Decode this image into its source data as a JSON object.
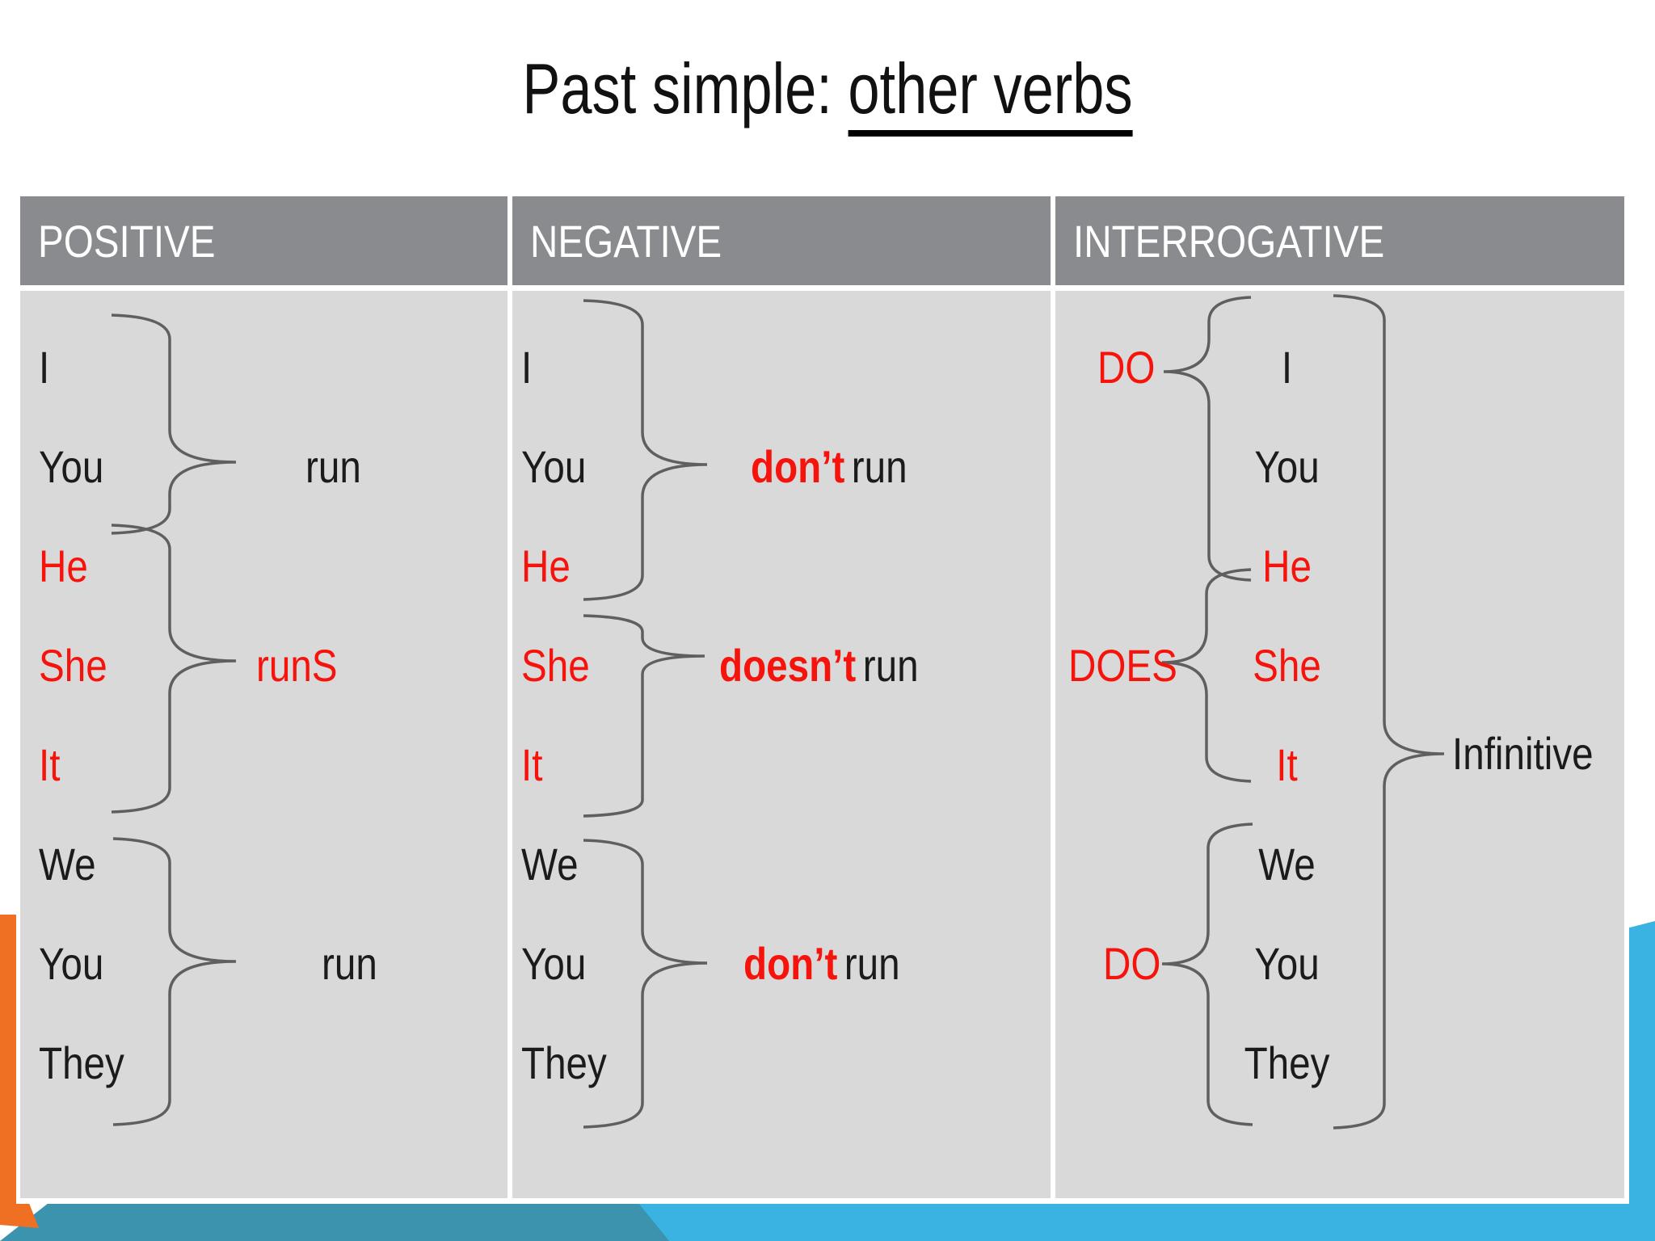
{
  "title": {
    "prefix": "Past simple: ",
    "underlined": "other verbs"
  },
  "table": {
    "columns": [
      {
        "header": "POSITIVE",
        "groups": [
          {
            "subjects": [
              "I",
              "You"
            ],
            "verb": "run"
          },
          {
            "subjects": [
              "He",
              "She",
              "It"
            ],
            "verb": "runS"
          },
          {
            "subjects": [
              "We",
              "You",
              "They"
            ],
            "verb": "run"
          }
        ]
      },
      {
        "header": "NEGATIVE",
        "groups": [
          {
            "subjects": [
              "I",
              "You"
            ],
            "aux": "don’t",
            "verb": "run"
          },
          {
            "subjects": [
              "He",
              "She",
              "It"
            ],
            "aux": "doesn’t",
            "verb": "run"
          },
          {
            "subjects": [
              "We",
              "You",
              "They"
            ],
            "aux": "don’t",
            "verb": "run"
          }
        ]
      },
      {
        "header": "INTERROGATIVE",
        "groups": [
          {
            "aux": "DO",
            "subjects": [
              "I",
              "You"
            ]
          },
          {
            "aux": "DOES",
            "subjects": [
              "He",
              "She",
              "It"
            ]
          },
          {
            "aux": "DO",
            "subjects": [
              "We",
              "You",
              "They"
            ]
          }
        ],
        "infinitive_label": "Infinitive"
      }
    ]
  },
  "highlighted_subjects": [
    "He",
    "She",
    "It"
  ],
  "colors": {
    "red_highlight": "#f6130c",
    "header_gray": "#8a8b8e",
    "body_gray": "#d9d9d9",
    "accent_orange": "#ef7023",
    "accent_teal": "#3b93ae",
    "accent_blue": "#3ab3e2",
    "brace_stroke": "#5f5f5f"
  }
}
